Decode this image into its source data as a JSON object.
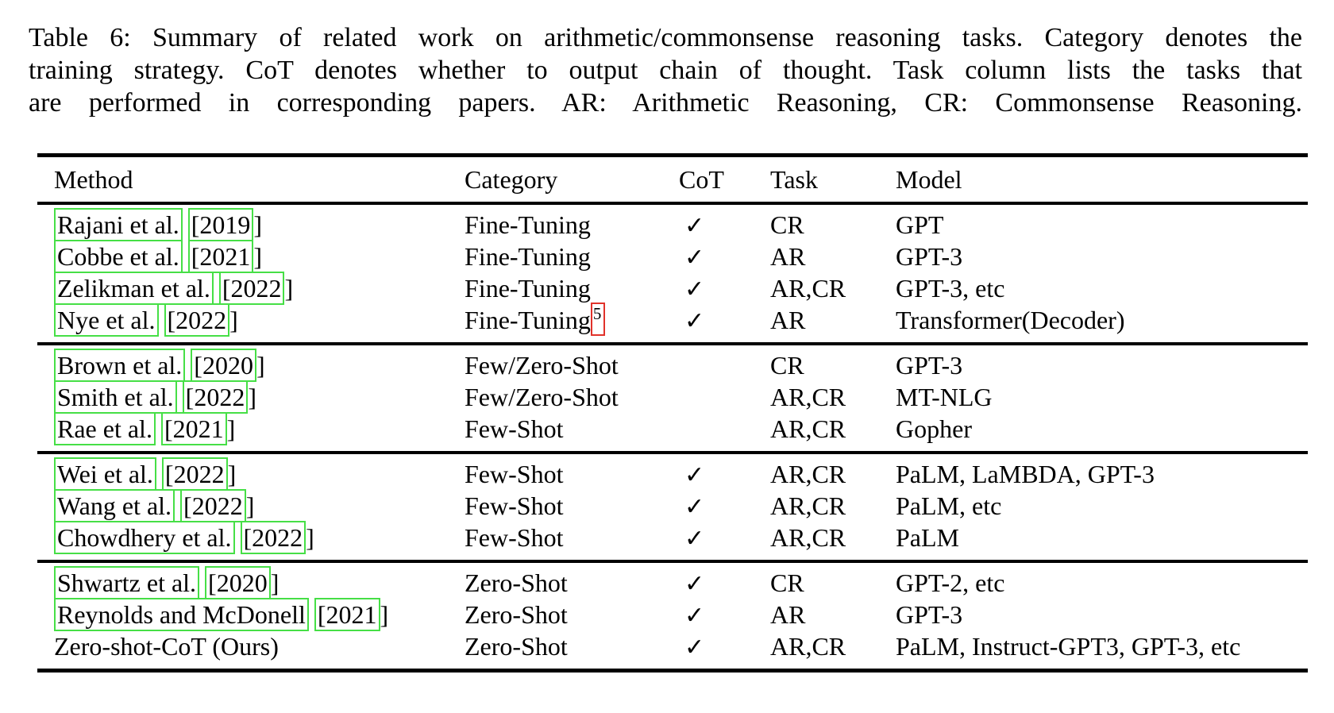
{
  "caption": {
    "lines": [
      "Table 6: Summary of related work on arithmetic/commonsense reasoning tasks. Category denotes the",
      "training strategy. CoT denotes whether to output chain of thought. Task column lists the tasks that",
      "are performed in corresponding papers. AR: Arithmetic Reasoning, CR: Commonsense Reasoning."
    ]
  },
  "colors": {
    "link_green": "#46df46",
    "link_red": "#e1322a"
  },
  "table": {
    "headers": {
      "method": "Method",
      "category": "Category",
      "cot": "CoT",
      "task": "Task",
      "model": "Model"
    },
    "open_bracket": "[",
    "close_bracket": "]",
    "checkmark_glyph": "✓",
    "groups": [
      {
        "rows": [
          {
            "authors": "Rajani et al.",
            "year": "2019",
            "category": "Fine-Tuning",
            "cot": "✓",
            "task": "CR",
            "model": "GPT"
          },
          {
            "authors": "Cobbe et al.",
            "year": "2021",
            "category": "Fine-Tuning",
            "cot": "✓",
            "task": "AR",
            "model": "GPT-3"
          },
          {
            "authors": "Zelikman et al.",
            "year": "2022",
            "category": "Fine-Tuning",
            "cot": "✓",
            "task": "AR,CR",
            "model": "GPT-3, etc"
          },
          {
            "authors": "Nye et al.",
            "year": "2022",
            "category": "Fine-Tuning",
            "footnote": "5",
            "cot": "✓",
            "task": "AR",
            "model": "Transformer(Decoder)"
          }
        ]
      },
      {
        "rows": [
          {
            "authors": "Brown et al.",
            "year": "2020",
            "category": "Few/Zero-Shot",
            "cot": "",
            "task": "CR",
            "model": "GPT-3"
          },
          {
            "authors": "Smith et al.",
            "year": "2022",
            "category": "Few/Zero-Shot",
            "cot": "",
            "task": "AR,CR",
            "model": "MT-NLG"
          },
          {
            "authors": "Rae et al.",
            "year": "2021",
            "category": "Few-Shot",
            "cot": "",
            "task": "AR,CR",
            "model": "Gopher"
          }
        ]
      },
      {
        "rows": [
          {
            "authors": "Wei et al.",
            "year": "2022",
            "category": "Few-Shot",
            "cot": "✓",
            "task": "AR,CR",
            "model": "PaLM, LaMBDA, GPT-3"
          },
          {
            "authors": "Wang et al.",
            "year": "2022",
            "category": "Few-Shot",
            "cot": "✓",
            "task": "AR,CR",
            "model": "PaLM, etc"
          },
          {
            "authors": "Chowdhery et al.",
            "year": "2022",
            "category": "Few-Shot",
            "cot": "✓",
            "task": "AR,CR",
            "model": "PaLM"
          }
        ]
      },
      {
        "rows": [
          {
            "authors": "Shwartz et al.",
            "year": "2020",
            "category": "Zero-Shot",
            "cot": "✓",
            "task": "CR",
            "model": "GPT-2, etc"
          },
          {
            "authors": "Reynolds and McDonell",
            "year": "2021",
            "category": "Zero-Shot",
            "cot": "✓",
            "task": "AR",
            "model": "GPT-3"
          },
          {
            "method_plain": "Zero-shot-CoT (Ours)",
            "category": "Zero-Shot",
            "cot": "✓",
            "task": "AR,CR",
            "model": "PaLM, Instruct-GPT3, GPT-3, etc"
          }
        ]
      }
    ]
  }
}
